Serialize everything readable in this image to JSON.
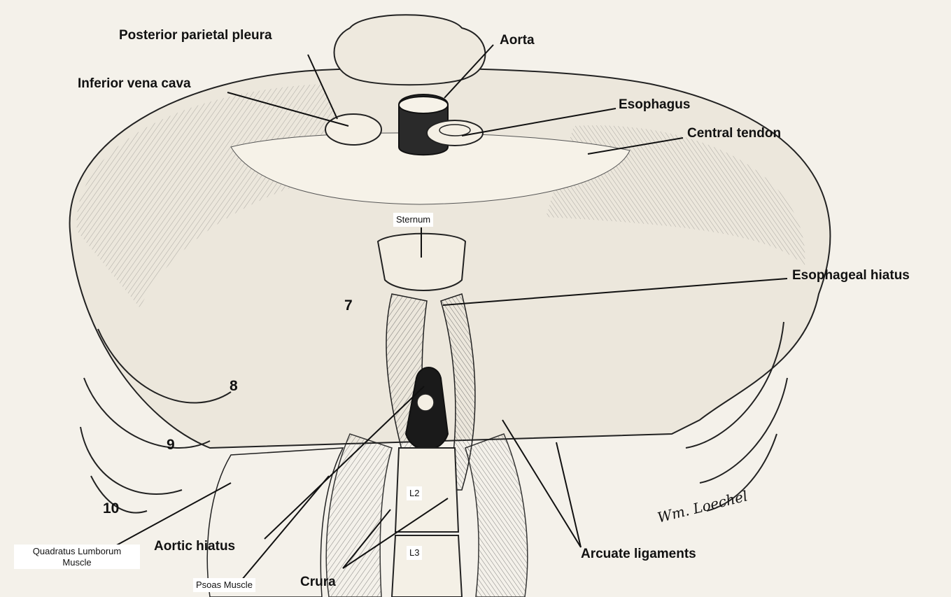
{
  "labels": {
    "posterior_parietal_pleura": "Posterior parietal pleura",
    "aorta": "Aorta",
    "inferior_vena_cava": "Inferior vena cava",
    "esophagus": "Esophagus",
    "central_tendon": "Central tendon",
    "sternum": "Sternum",
    "esophageal_hiatus": "Esophageal hiatus",
    "aortic_hiatus": "Aortic hiatus",
    "crura": "Crura",
    "arcuate_ligaments": "Arcuate ligaments",
    "quadratus_lumborum_line1": "Quadratus Lumborum",
    "quadratus_lumborum_line2": "Muscle",
    "psoas_muscle": "Psoas Muscle",
    "l2": "L2",
    "l3": "L3"
  },
  "rib_numbers": {
    "r7": "7",
    "r8": "8",
    "r9": "9",
    "r10": "10"
  },
  "signature": "Wm. Loechel",
  "colors": {
    "background": "#f4f1ea",
    "ink": "#111111",
    "label_box": "#ffffff"
  }
}
